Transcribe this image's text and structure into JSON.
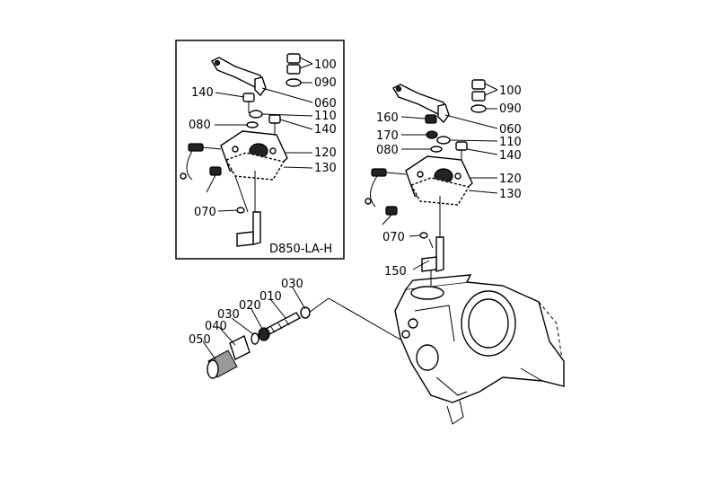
{
  "inset": {
    "model_label": "D850-LA-H",
    "callouts": {
      "c100": "100",
      "c090": "090",
      "c140a": "140",
      "c060": "060",
      "c110": "110",
      "c080": "080",
      "c140b": "140",
      "c120": "120",
      "c130": "130",
      "c070": "070"
    }
  },
  "main": {
    "callouts": {
      "c100": "100",
      "c090": "090",
      "c160": "160",
      "c060": "060",
      "c170": "170",
      "c110": "110",
      "c080": "080",
      "c140": "140",
      "c120": "120",
      "c130": "130",
      "c070": "070",
      "c150": "150"
    }
  },
  "lower": {
    "callouts": {
      "c030a": "030",
      "c010": "010",
      "c020": "020",
      "c030b": "030",
      "c040": "040",
      "c050": "050"
    }
  }
}
